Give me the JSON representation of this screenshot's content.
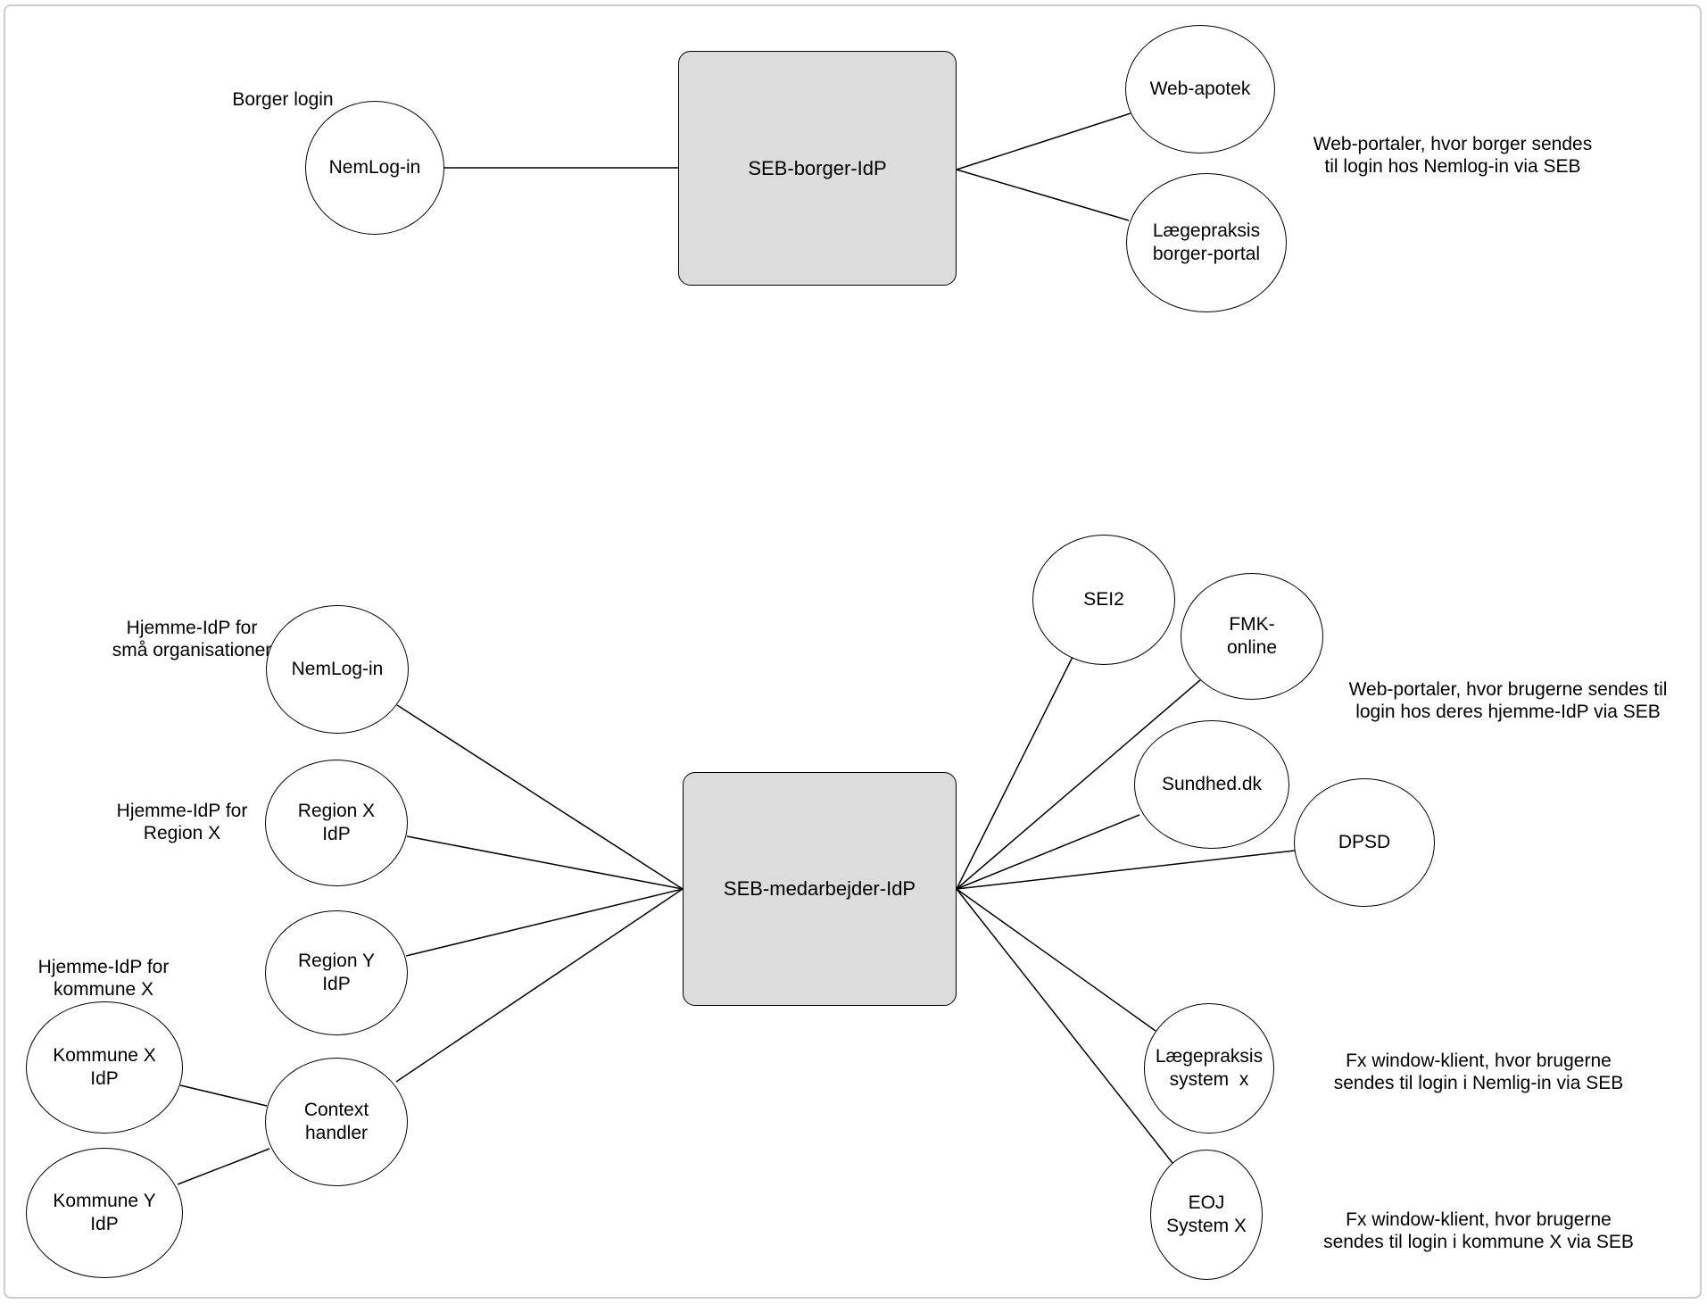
{
  "colors": {
    "hub_fill": "#dcdcdc",
    "node_fill": "#ffffff",
    "stroke": "#000000",
    "text": "#000000",
    "frame": "#cccccc"
  },
  "top": {
    "borger_login_label": "Borger login",
    "nemlogin": "NemLog-in",
    "hub": "SEB-borger-IdP",
    "web_apotek": "Web-apotek",
    "laegepraksis_portal": "Lægepraksis\nborger-portal",
    "annotation": "Web-portaler, hvor borger sendes\ntil login hos Nemlog-in via SEB"
  },
  "bottom": {
    "label_smaa": "Hjemme-IdP for\nsmå organisationer",
    "nemlogin": "NemLog-in",
    "label_region": "Hjemme-IdP for\nRegion X",
    "region_x": "Region X\nIdP",
    "region_y": "Region Y\nIdP",
    "label_kommune": "Hjemme-IdP for\nkommune X",
    "kommune_x": "Kommune X\nIdP",
    "kommune_y": "Kommune Y\nIdP",
    "context_handler": "Context\nhandler",
    "hub": "SEB-medarbejder-IdP",
    "sei2": "SEI2",
    "fmk": "FMK-\nonline",
    "sundhed": "Sundhed.dk",
    "dpsd": "DPSD",
    "laegepraksis_system": "Lægepraksis\nsystem  x",
    "eoj": "EOJ\nSystem X",
    "annotation_web": "Web-portaler, hvor brugerne sendes til\nlogin hos deres hjemme-IdP via SEB",
    "annotation_fx_nemlig": "Fx window-klient, hvor brugerne\nsendes til login i Nemlig-in via SEB",
    "annotation_fx_kommune": "Fx window-klient, hvor brugerne\nsendes til login i kommune X via SEB"
  }
}
